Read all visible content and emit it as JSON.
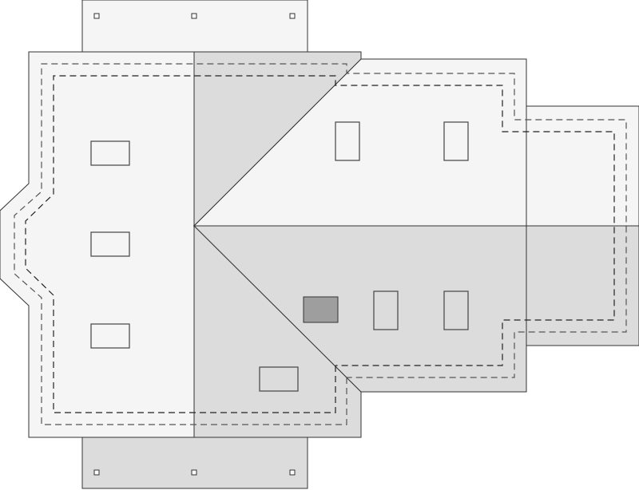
{
  "diagram": {
    "type": "roof-plan",
    "colors": {
      "light_slope": "#f5f5f5",
      "dark_slope": "#dcdcdc",
      "chimney": "#9e9e9e",
      "outline": "#333333"
    },
    "windows_count": 8,
    "chimney_count": 1
  }
}
